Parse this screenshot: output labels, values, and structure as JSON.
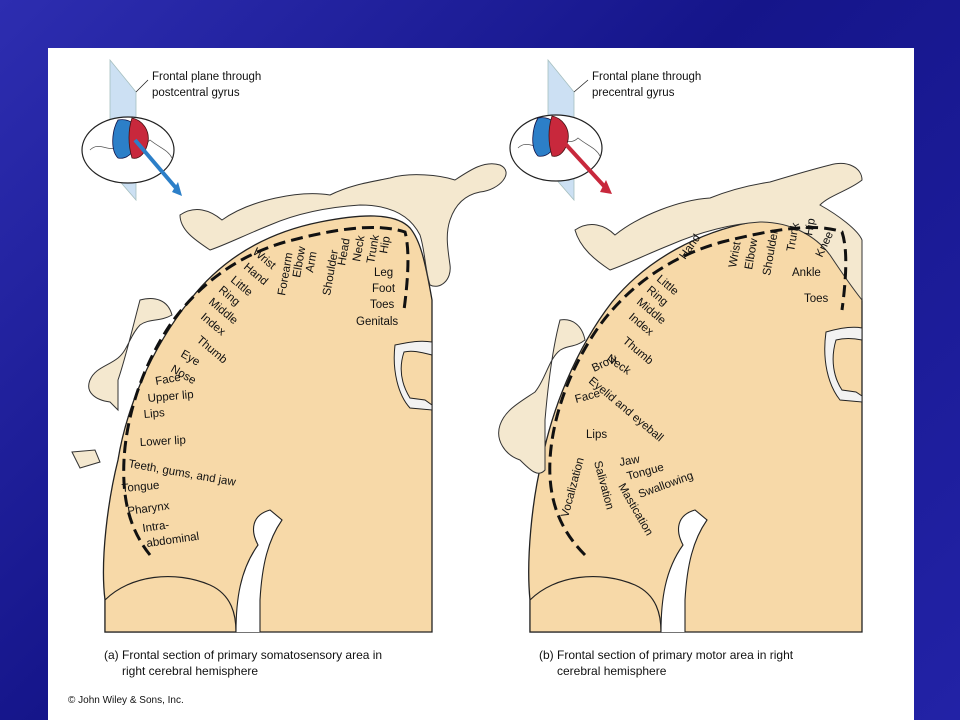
{
  "panel_a": {
    "plane_label_line1": "Frontal plane through",
    "plane_label_line2": "postcentral gyrus",
    "caption_line1": "(a) Frontal section of primary somatosensory area in",
    "caption_line2": "right cerebral hemisphere",
    "body_parts": [
      "Intra-",
      "abdominal",
      "Pharynx",
      "Tongue",
      "Teeth, gums, and jaw",
      "Lower lip",
      "Lips",
      "Upper lip",
      "Face",
      "Nose",
      "Eye",
      "Thumb",
      "Index",
      "Middle",
      "Ring",
      "Little",
      "Hand",
      "Wrist",
      "Forearm",
      "Elbow",
      "Arm",
      "Shoulder",
      "Head",
      "Neck",
      "Trunk",
      "Hip",
      "Leg",
      "Foot",
      "Toes",
      "Genitals"
    ]
  },
  "panel_b": {
    "plane_label_line1": "Frontal plane through",
    "plane_label_line2": "precentral gyrus",
    "caption_line1": "(b) Frontal section of primary motor area in right",
    "caption_line2": "cerebral hemisphere",
    "body_parts": [
      "Vocalization",
      "Salivation",
      "Mastication",
      "Swallowing",
      "Tongue",
      "Jaw",
      "Lips",
      "Face",
      "Eyelid and eyeball",
      "Brow",
      "Neck",
      "Thumb",
      "Index",
      "Middle",
      "Ring",
      "Little",
      "Hand",
      "Wrist",
      "Elbow",
      "Shoulder",
      "Trunk",
      "Hip",
      "Knee",
      "Ankle",
      "Toes"
    ]
  },
  "copyright": "© John Wiley & Sons, Inc."
}
